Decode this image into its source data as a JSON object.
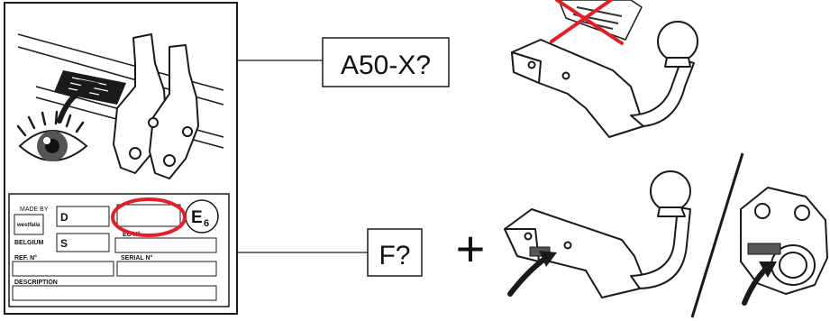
{
  "plate": {
    "made_by": "MADE BY",
    "maker": "westfalia",
    "country": "BELGIUM",
    "field_d": "D",
    "field_s": "S",
    "e_mark": "E",
    "e_number": "6",
    "ec_no": "EC N°",
    "ref_no": "REF. N°",
    "serial_no": "SERIAL N°",
    "description": "DESCRIPTION"
  },
  "callouts": {
    "upper": "A50-X?",
    "lower": "F?",
    "plus": "+"
  },
  "colors": {
    "line": "#1a1a1a",
    "highlight": "#e0202a",
    "cross": "#e0202a",
    "eye_iris": "#555555"
  },
  "icons": [
    "eye-icon",
    "arrow-icon",
    "cross-icon",
    "towbar-icon",
    "coupling-icon"
  ]
}
